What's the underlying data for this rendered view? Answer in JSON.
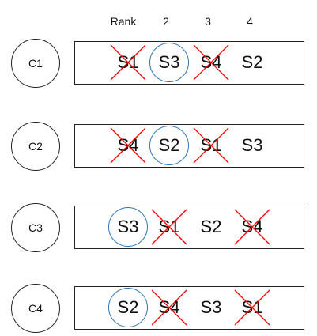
{
  "header": {
    "labels": [
      "Rank",
      "2",
      "3",
      "4"
    ]
  },
  "colors": {
    "selected": "#2e75b6",
    "rejected": "#ff0000"
  },
  "rows": [
    {
      "label": "C1",
      "cells": [
        {
          "text": "S1",
          "state": "crossed"
        },
        {
          "text": "S3",
          "state": "circled"
        },
        {
          "text": "S4",
          "state": "crossed"
        },
        {
          "text": "S2",
          "state": "none"
        }
      ]
    },
    {
      "label": "C2",
      "cells": [
        {
          "text": "S4",
          "state": "crossed"
        },
        {
          "text": "S2",
          "state": "circled"
        },
        {
          "text": "S1",
          "state": "crossed"
        },
        {
          "text": "S3",
          "state": "none"
        }
      ]
    },
    {
      "label": "C3",
      "cells": [
        {
          "text": "S3",
          "state": "circled"
        },
        {
          "text": "S1",
          "state": "crossed"
        },
        {
          "text": "S2",
          "state": "none"
        },
        {
          "text": "S4",
          "state": "crossed"
        }
      ]
    },
    {
      "label": "C4",
      "cells": [
        {
          "text": "S2",
          "state": "circled"
        },
        {
          "text": "S4",
          "state": "crossed"
        },
        {
          "text": "S3",
          "state": "none"
        },
        {
          "text": "S1",
          "state": "crossed"
        }
      ]
    }
  ]
}
